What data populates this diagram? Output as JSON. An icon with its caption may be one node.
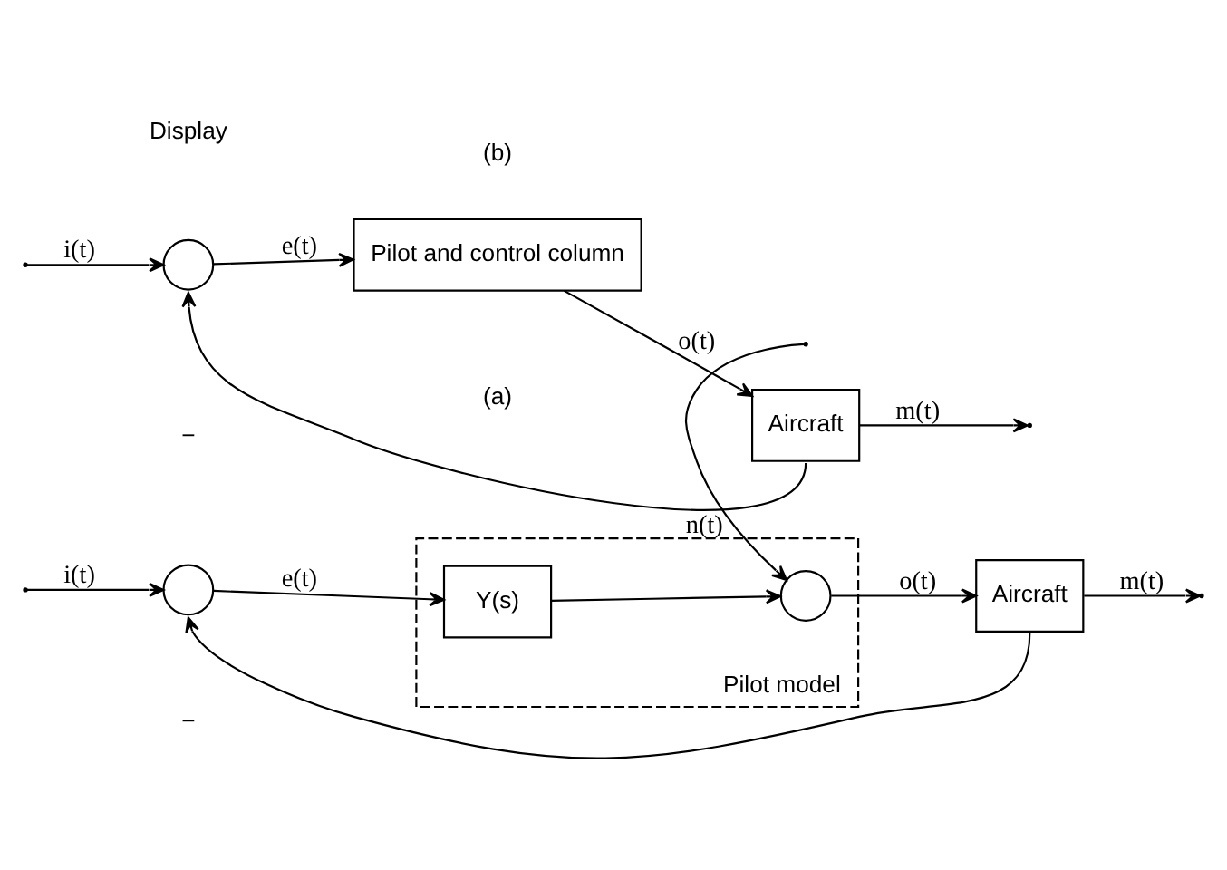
{
  "diagram": {
    "nodes": [
      {
        "text": [],
        "shape": "circle"
      },
      {
        "text": [
          "Pilot and control column"
        ]
      },
      {
        "text": [
          "Aircraft"
        ]
      },
      {
        "text": [],
        "shape": "circle"
      },
      {
        "text": [
          "Pilot model"
        ]
      },
      {
        "text": [
          "Y(s)"
        ],
        "in": 4
      },
      {
        "text": [],
        "shape": "circle",
        "in": 4
      },
      {
        "text": [
          "Aircraft"
        ]
      }
    ],
    "edges": [
      {
        "from": null,
        "to": 0,
        "arrow": "to",
        "label": "i(t)"
      },
      {
        "from": 0,
        "to": 1,
        "arrow": "to",
        "label": "e(t)"
      },
      {
        "from": 1,
        "to": 2,
        "arrow": "to",
        "label": "o(t)"
      },
      {
        "from": 2,
        "to": null,
        "arrow": "to",
        "label": "m(t)"
      },
      {
        "from": 2,
        "to": 0,
        "arrow": "to"
      },
      {
        "from": null,
        "to": 3,
        "arrow": "to",
        "label": "i(t)"
      },
      {
        "from": 3,
        "to": 5,
        "arrow": "to",
        "label": "e(t)"
      },
      {
        "from": 5,
        "to": 6,
        "arrow": "to"
      },
      {
        "from": null,
        "to": 6,
        "arrow": "to",
        "label": "n(t)"
      },
      {
        "from": 6,
        "to": 7,
        "arrow": "to",
        "label": "o(t)"
      },
      {
        "from": 7,
        "to": null,
        "arrow": "to",
        "label": "m(t)"
      },
      {
        "from": 7,
        "to": 3,
        "arrow": "to"
      }
    ],
    "labels": [
      "Display",
      "−",
      "(a)",
      "−",
      "(b)"
    ]
  }
}
